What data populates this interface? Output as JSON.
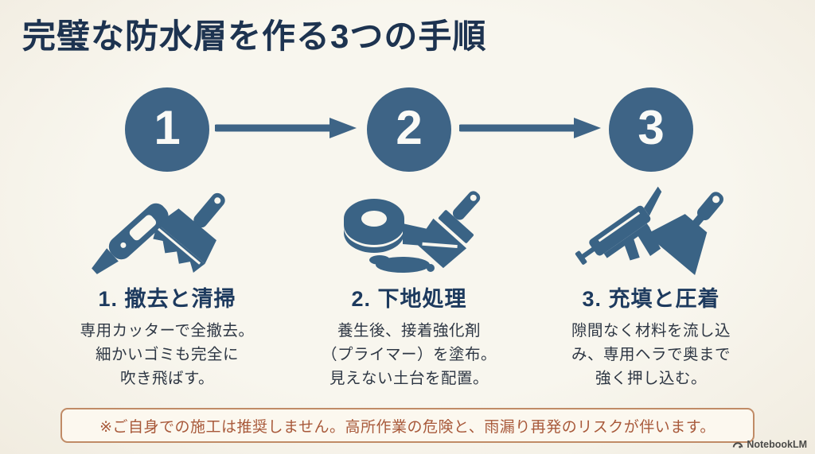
{
  "page": {
    "background_color": "#f6f3ea",
    "accent_color": "#3e6486",
    "title_color": "#1d3350",
    "warning_border_color": "#c08b66",
    "warning_text_color": "#a8593a"
  },
  "title": "完璧な防水層を作る3つの手順",
  "steps": [
    {
      "number": "1",
      "icon": "utility-cutter-and-hand-brush-icon",
      "title": "1. 撤去と清掃",
      "description": "専用カッターで全撤去。\n細かいゴミも完全に\n吹き飛ばす。"
    },
    {
      "number": "2",
      "icon": "masking-tape-and-paintbrush-icon",
      "title": "2. 下地処理",
      "description": "養生後、接着強化剤\n（プライマー）を塗布。\n見えない土台を配置。"
    },
    {
      "number": "3",
      "icon": "caulking-gun-and-putty-scraper-icon",
      "title": "3. 充填と圧着",
      "description": "隙間なく材料を流し込\nみ、専用ヘラで奥まで\n強く押し込む。"
    }
  ],
  "warning": {
    "text": "※ご自身での施工は推奨しません。高所作業の危険と、雨漏り再発のリスクが伴います。"
  },
  "watermark": {
    "label": "NotebookLM"
  }
}
